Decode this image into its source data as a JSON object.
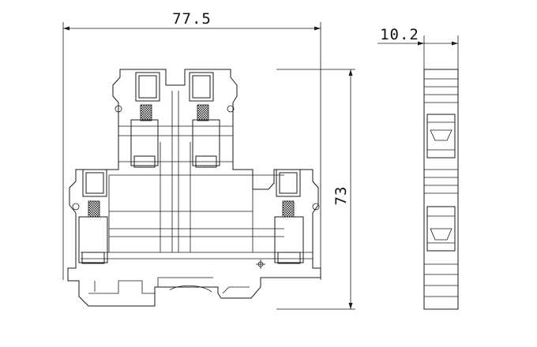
{
  "dimensions": {
    "width": "77.5",
    "depth": "10.2",
    "height": "73"
  }
}
